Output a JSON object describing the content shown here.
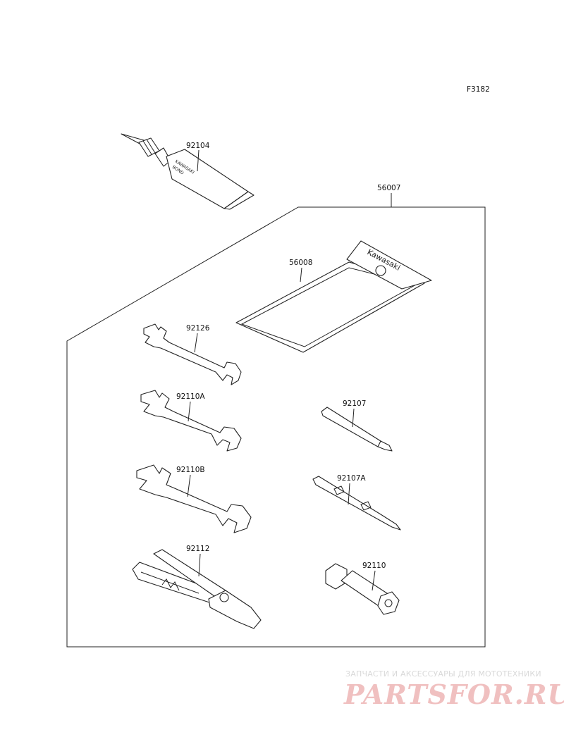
{
  "figure_code": "F3182",
  "parts": {
    "p92104": "92104",
    "p56007": "56007",
    "p56008": "56008",
    "p92126": "92126",
    "p92110A": "92110A",
    "p92110B": "92110B",
    "p92112": "92112",
    "p92107": "92107",
    "p92107A": "92107A",
    "p92110": "92110"
  },
  "tube_text": [
    "KAWASAKI",
    "BOND"
  ],
  "pouch_text": "Kawasaki",
  "watermark": {
    "subtitle": "ЗАПЧАСТИ И АКСЕССУАРЫ ДЛЯ МОТОТЕХНИКИ",
    "brand": "PARTSFOR.RU"
  }
}
